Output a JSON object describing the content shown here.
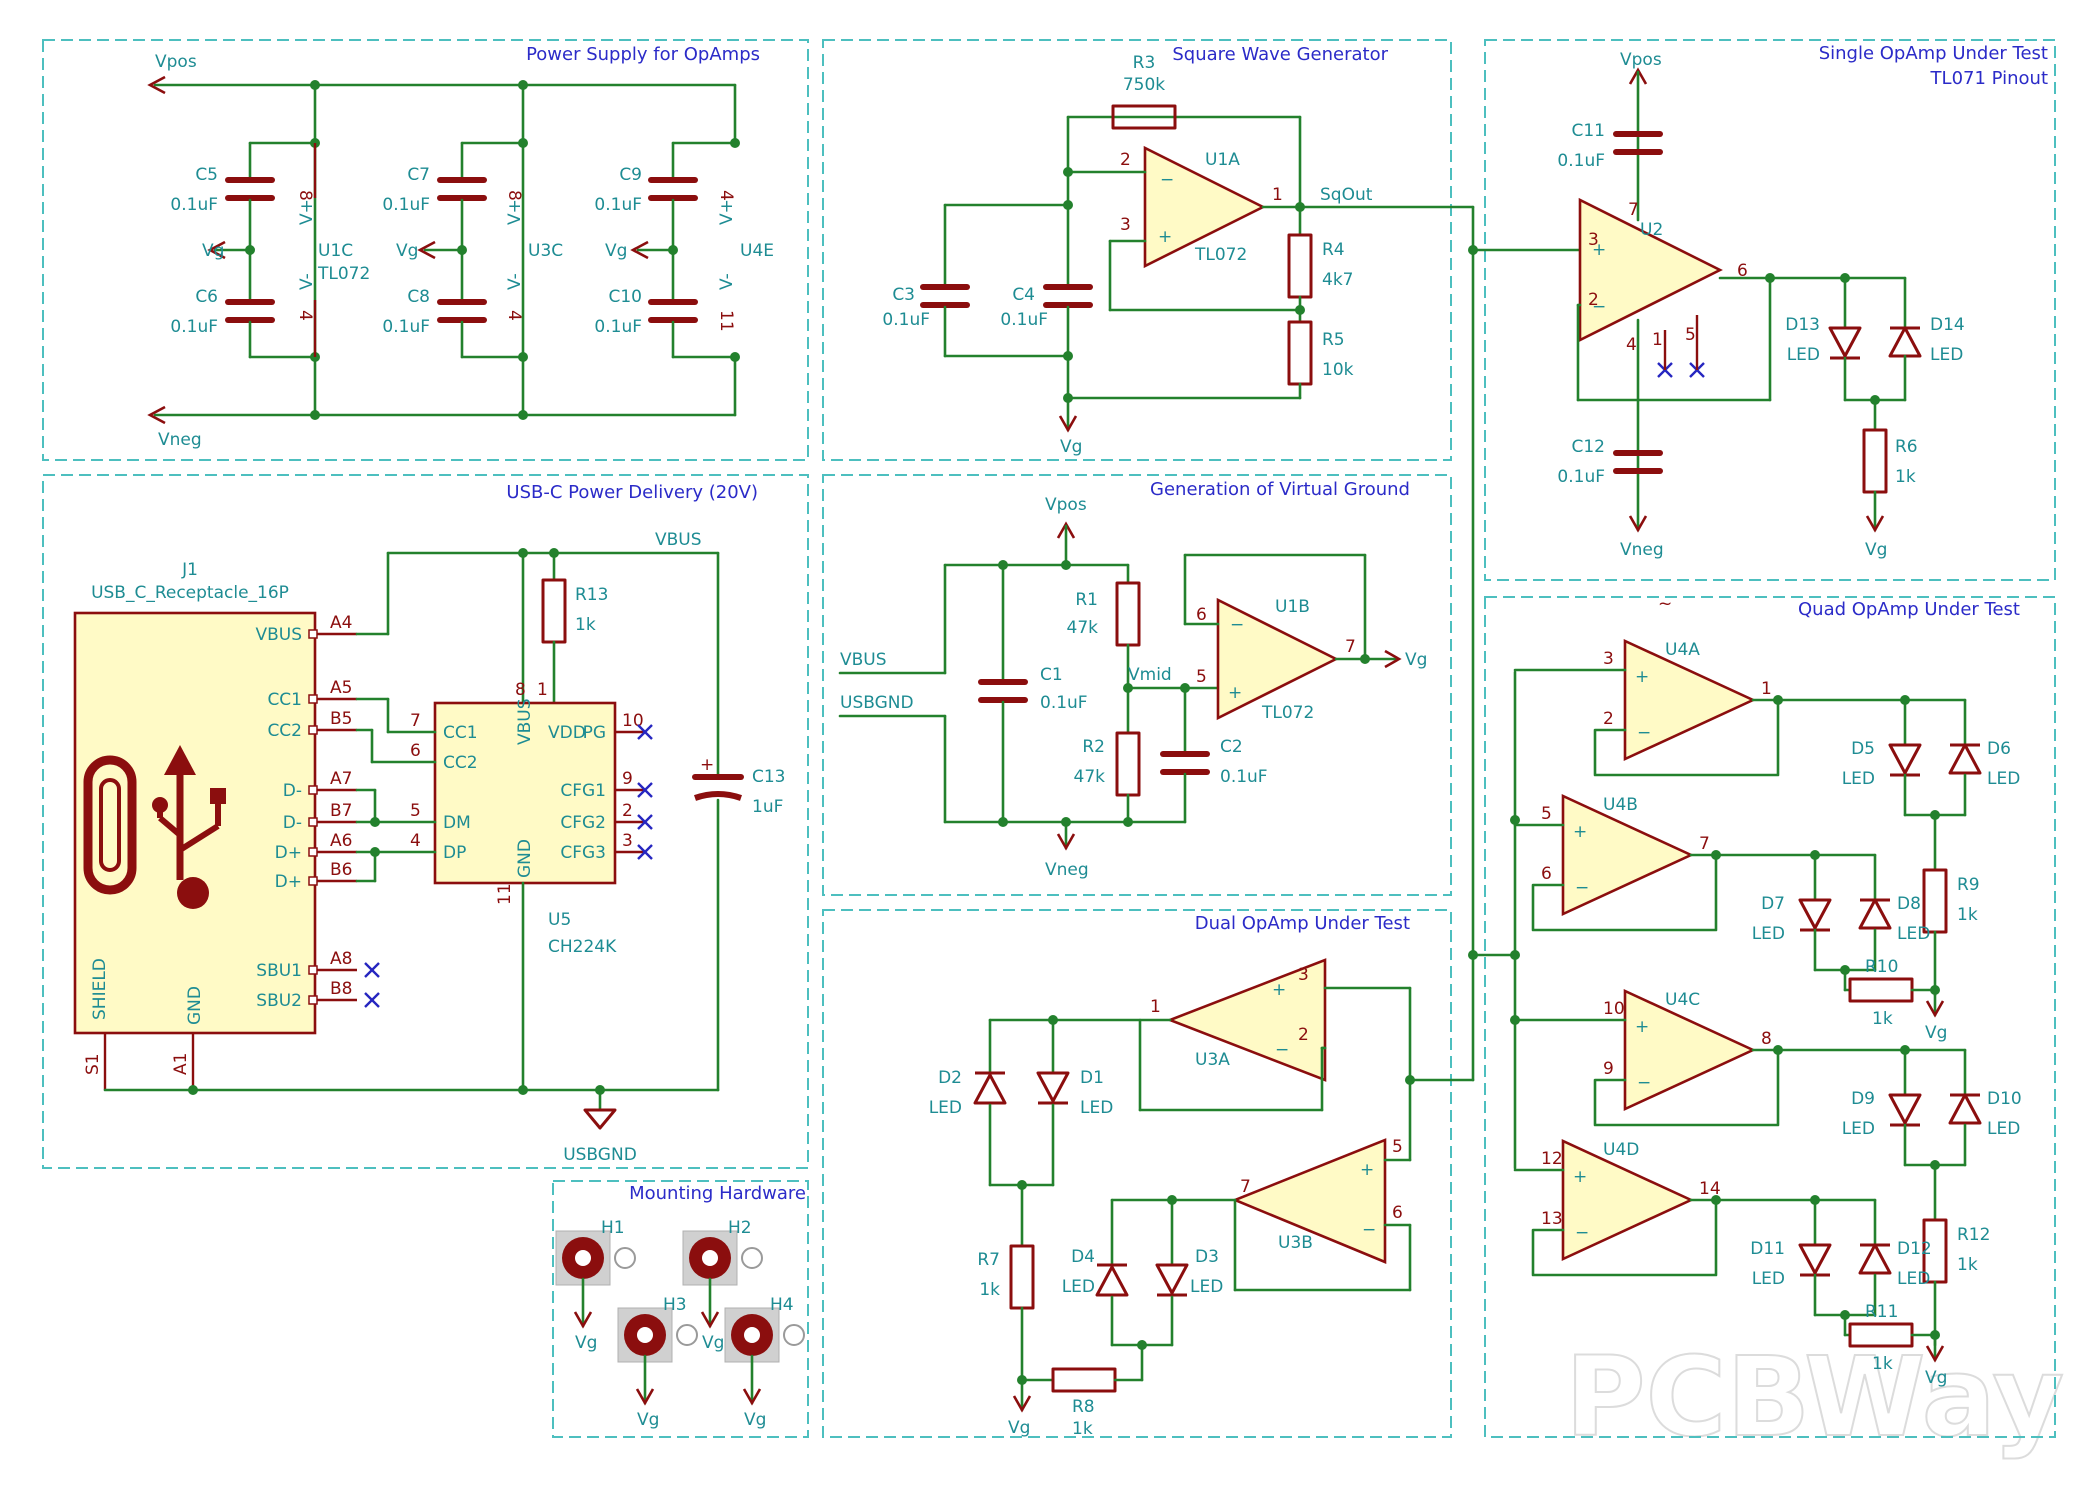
{
  "sections": [
    "Power Supply for OpAmps",
    "Square Wave Generator",
    "Single OpAmp Under Test",
    "TL071 Pinout",
    "USB-C Power Delivery (20V)",
    "Generation of Virtual Ground",
    "Quad OpAmp Under Test",
    "Dual OpAmp Under Test",
    "Mounting Hardware"
  ],
  "nets": {
    "vpos": "Vpos",
    "vneg": "Vneg",
    "vg": "Vg",
    "sqout": "SqOut",
    "vbus": "VBUS",
    "usbgnd": "USBGND",
    "vmid": "Vmid",
    "tilde": "~"
  },
  "power_parts": {
    "c5": "C5",
    "c5v": "0.1uF",
    "c6": "C6",
    "c6v": "0.1uF",
    "c7": "C7",
    "c7v": "0.1uF",
    "c8": "C8",
    "c8v": "0.1uF",
    "c9": "C9",
    "c9v": "0.1uF",
    "c10": "C10",
    "c10v": "0.1uF",
    "u1c": "U1C",
    "u1cv": "TL072",
    "u3c": "U3C",
    "u4e": "U4E",
    "vplus": "V+",
    "vminus": "V-"
  },
  "square": {
    "r3": "R3",
    "r3v": "750k",
    "u1a": "U1A",
    "u1av": "TL072",
    "r4": "R4",
    "r4v": "4k7",
    "r5": "R5",
    "r5v": "10k",
    "c3": "C3",
    "c3v": "0.1uF",
    "c4": "C4",
    "c4v": "0.1uF"
  },
  "single": {
    "c11": "C11",
    "c11v": "0.1uF",
    "c12": "C12",
    "c12v": "0.1uF",
    "u2": "U2",
    "d13": "D13",
    "d14": "D14",
    "led": "LED",
    "r6": "R6",
    "r6v": "1k"
  },
  "usb": {
    "j1": "J1",
    "j1v": "USB_C_Receptacle_16P",
    "pins": [
      "VBUS",
      "CC1",
      "CC2",
      "D-",
      "D-",
      "D+",
      "D+",
      "SBU1",
      "SBU2"
    ],
    "pin_nums": [
      "A4",
      "A5",
      "B5",
      "A7",
      "B7",
      "A6",
      "B6",
      "A8",
      "B8"
    ],
    "shield": "SHIELD",
    "gnd": "GND",
    "s1": "S1",
    "a1": "A1",
    "r13": "R13",
    "r13v": "1k",
    "c13": "C13",
    "c13v": "1uF",
    "plus": "+",
    "u5": "U5",
    "u5v": "CH224K",
    "u5_left": [
      "CC1",
      "CC2",
      "DM",
      "DP"
    ],
    "u5_left_nums": [
      "7",
      "6",
      "5",
      "4"
    ],
    "u5_right": [
      "PG",
      "CFG1",
      "CFG2",
      "CFG3"
    ],
    "u5_right_nums": [
      "10",
      "9",
      "2",
      "3"
    ],
    "u5_top": [
      "VBUS",
      "VDD"
    ],
    "u5_top_nums": [
      "8",
      "1"
    ],
    "u5_gnd": "GND",
    "u5_gnd_num": "11"
  },
  "vground": {
    "r1": "R1",
    "r1v": "47k",
    "r2": "R2",
    "r2v": "47k",
    "c1": "C1",
    "c1v": "0.1uF",
    "c2": "C2",
    "c2v": "0.1uF",
    "u1b": "U1B",
    "u1bv": "TL072"
  },
  "dual": {
    "u3a": "U3A",
    "u3b": "U3B",
    "d1": "D1",
    "d2": "D2",
    "d3": "D3",
    "d4": "D4",
    "r7": "R7",
    "r7v": "1k",
    "r8": "R8",
    "r8v": "1k"
  },
  "quad": {
    "u4a": "U4A",
    "u4b": "U4B",
    "u4c": "U4C",
    "u4d": "U4D",
    "d5": "D5",
    "d6": "D6",
    "d7": "D7",
    "d8": "D8",
    "d9": "D9",
    "d10": "D10",
    "d11": "D11",
    "d12": "D12",
    "r9": "R9",
    "r10": "R10",
    "r11": "R11",
    "r12": "R12",
    "rv": "1k"
  },
  "mounting": {
    "h1": "H1",
    "h2": "H2",
    "h3": "H3",
    "h4": "H4"
  },
  "pin": {
    "p1": "1",
    "p2": "2",
    "p3": "3",
    "p4": "4",
    "p5": "5",
    "p6": "6",
    "p7": "7",
    "p8": "8",
    "p9": "9",
    "p10": "10",
    "p11": "11",
    "p12": "12",
    "p13": "13",
    "p14": "14"
  },
  "watermark": "PCBWay",
  "colors": {
    "wire": "#23812d",
    "part": "#8b0e0e",
    "body": "#fffac6",
    "text": "#1e8c93",
    "title": "#2b2bc8",
    "frame": "#4dbfbf"
  }
}
